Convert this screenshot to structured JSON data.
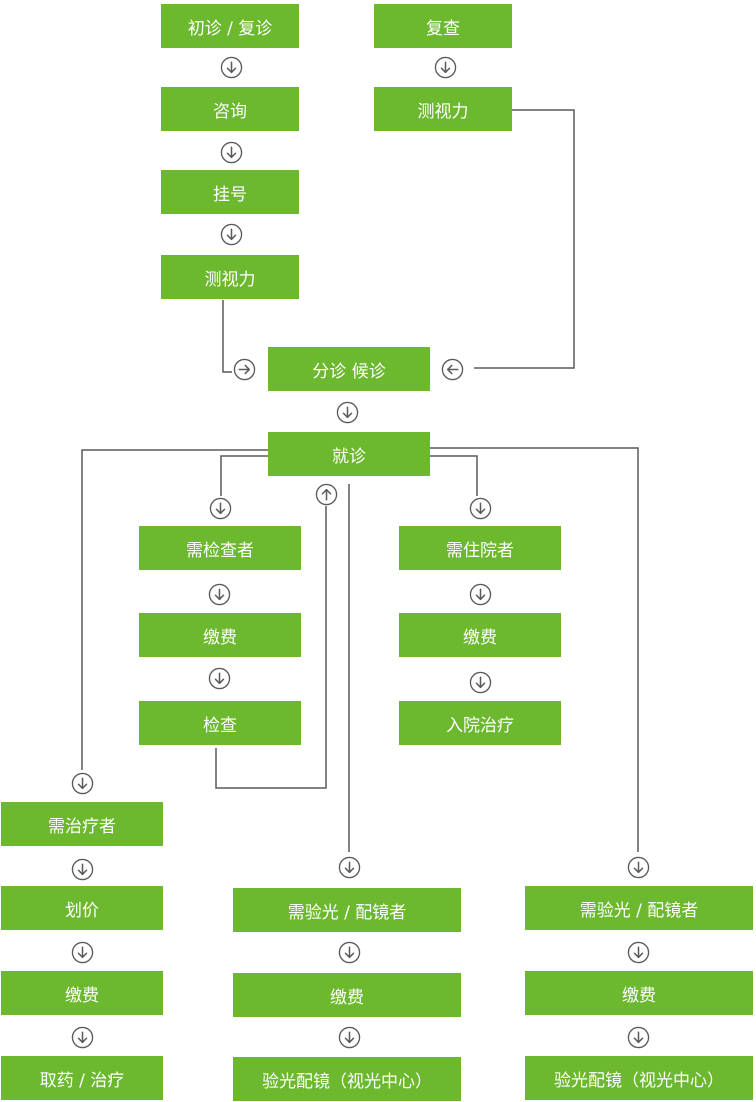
{
  "colors": {
    "box": "#6cb82f",
    "line": "#5a5a5a",
    "text": "#ffffff"
  },
  "nodes": {
    "first_visit": "初诊 / 复诊",
    "consult": "咨询",
    "register": "挂号",
    "vision_test_a": "测视力",
    "recheck": "复查",
    "vision_test_b": "测视力",
    "triage": "分诊  候诊",
    "visit": "就诊",
    "need_exam": "需检查者",
    "exam_pay": "缴费",
    "exam": "检查",
    "need_inpatient": "需住院者",
    "inpatient_pay": "缴费",
    "admit": "入院治疗",
    "need_treatment": "需治疗者",
    "pricing": "划价",
    "treatment_pay": "缴费",
    "medicine": "取药 / 治疗",
    "need_optometry_a": "需验光 / 配镜者",
    "optometry_pay_a": "缴费",
    "optometry_center_a": "验光配镜（视光中心）",
    "need_optometry_b": "需验光 / 配镜者",
    "optometry_pay_b": "缴费",
    "optometry_center_b": "验光配镜（视光中心）"
  },
  "arrow_icons": {
    "down": "arrow-down-circle-icon",
    "up": "arrow-up-circle-icon",
    "right": "arrow-right-circle-icon",
    "left": "arrow-left-circle-icon"
  }
}
